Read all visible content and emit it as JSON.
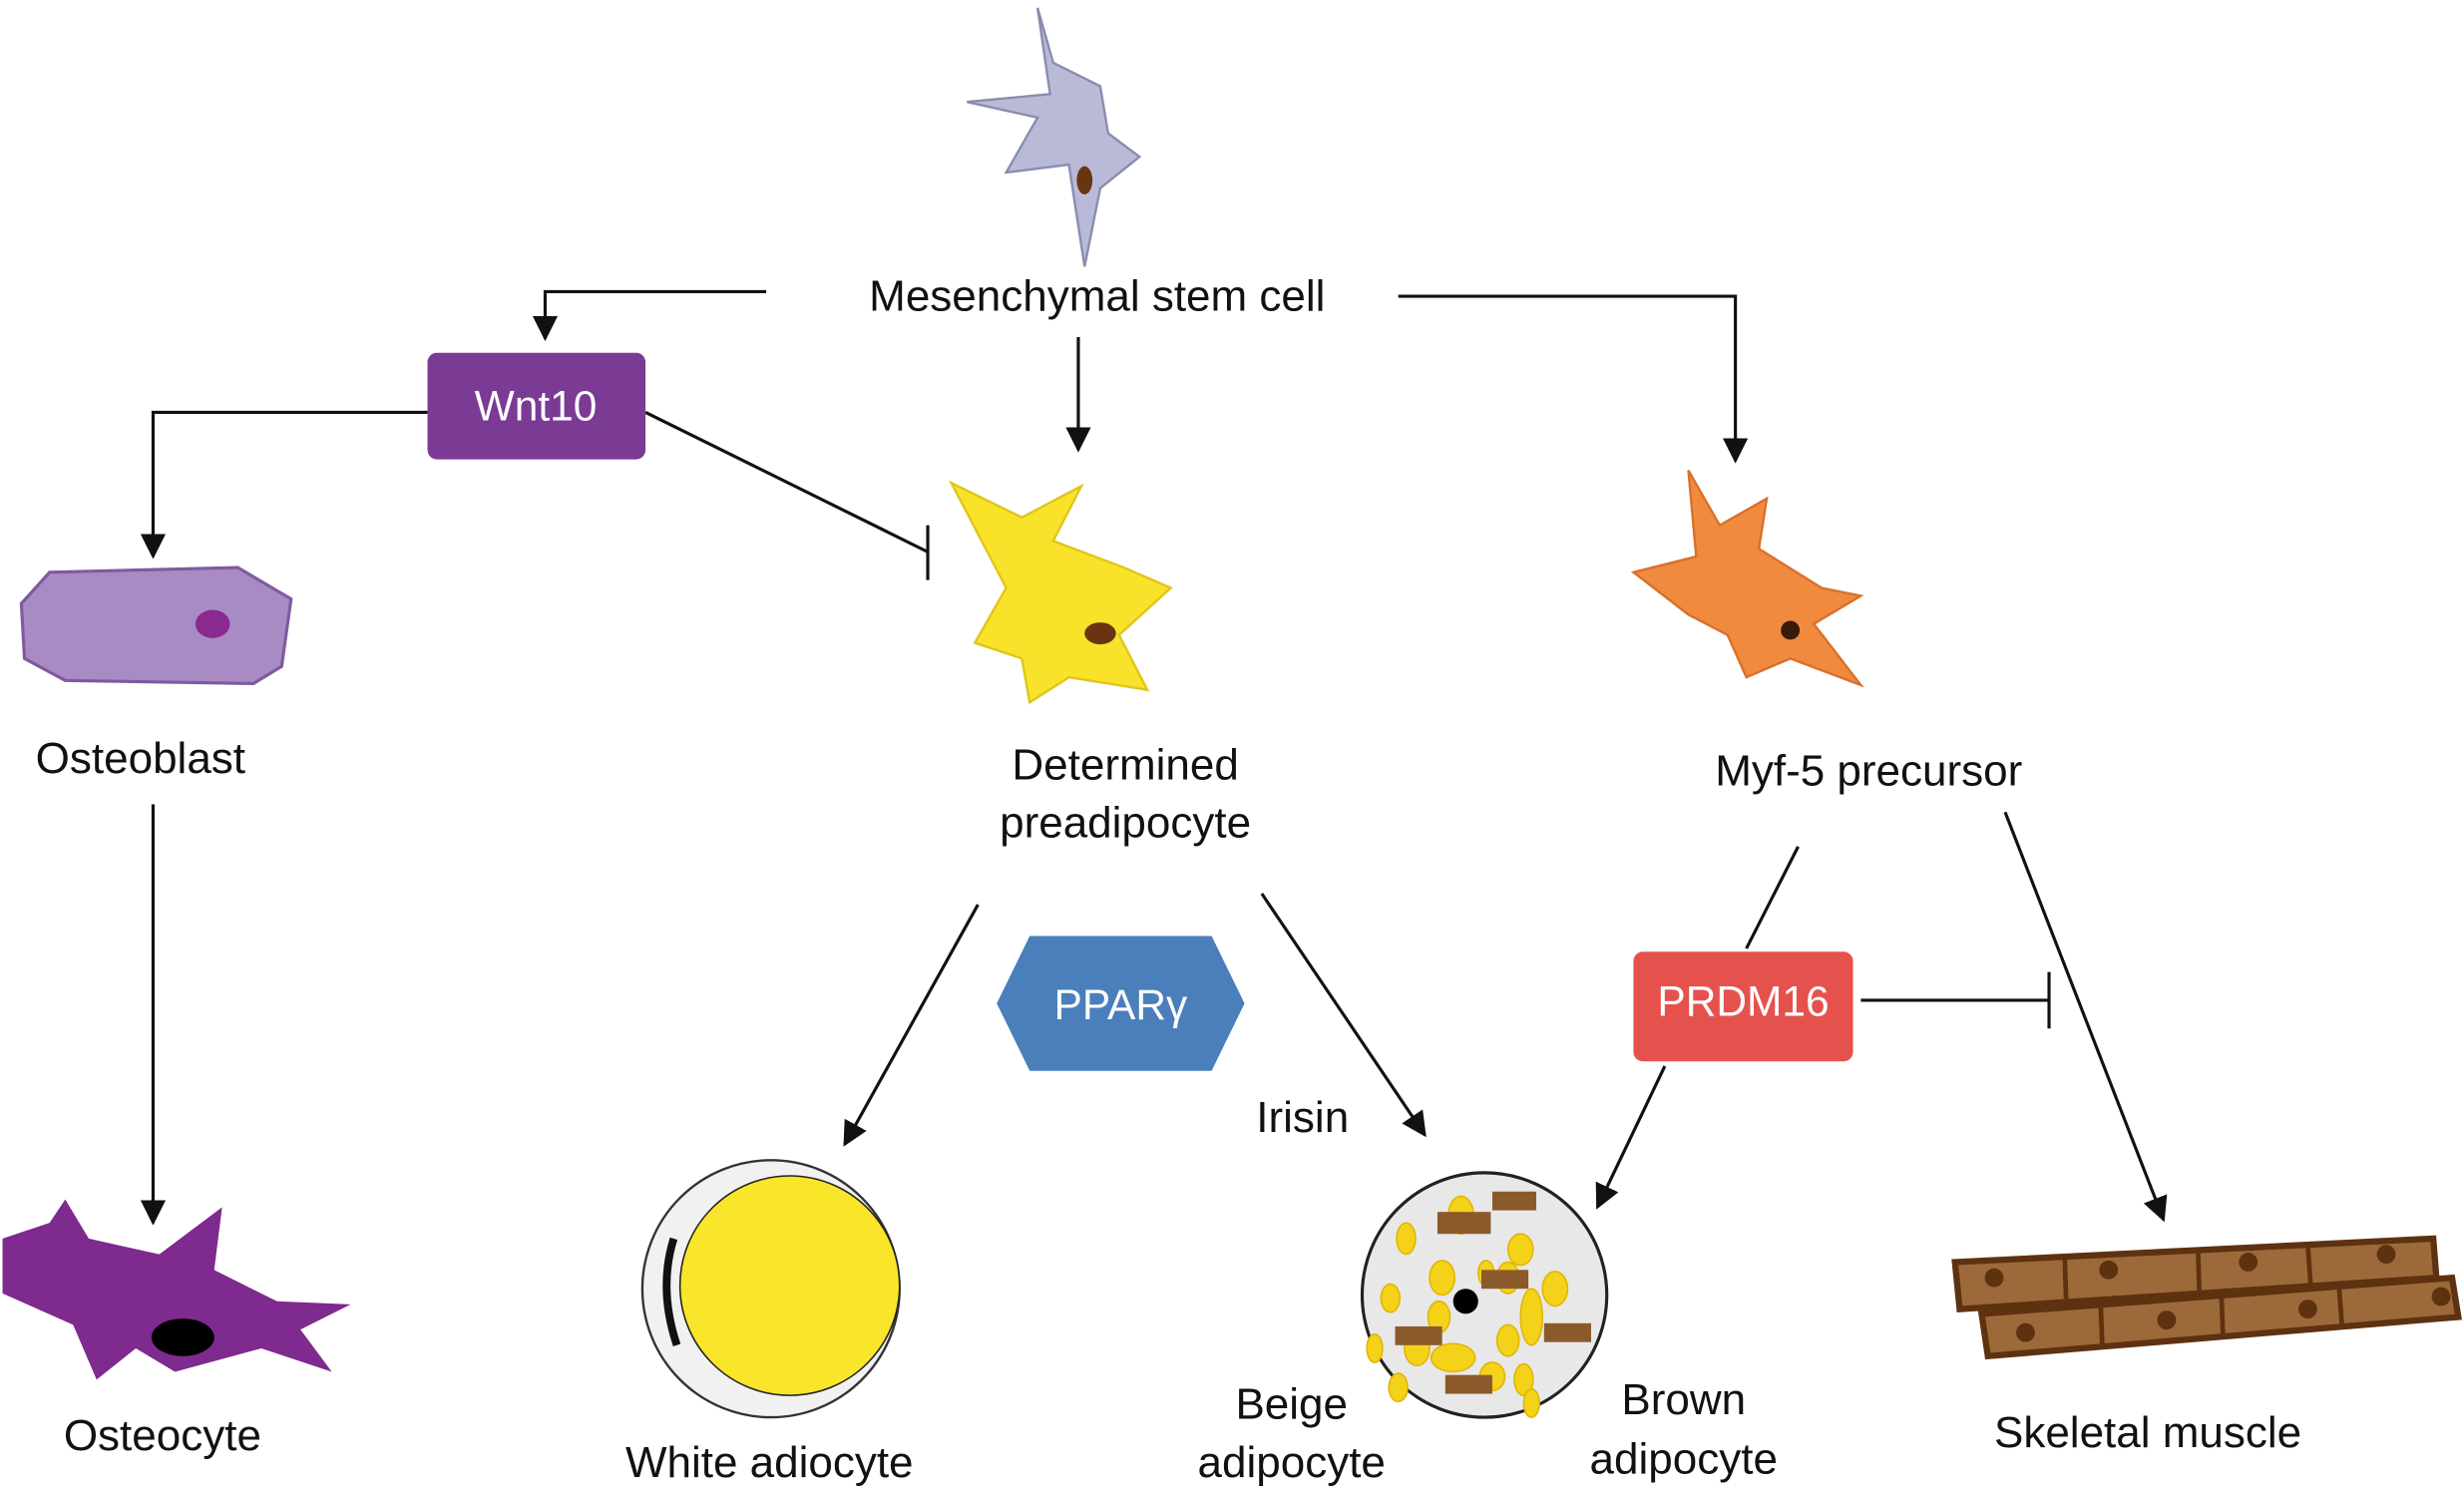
{
  "nodes": {
    "msc": "Mesenchymal stem cell",
    "osteoblast": "Osteoblast",
    "osteocyte": "Osteocyte",
    "preadipocyte_line1": "Determined",
    "preadipocyte_line2": "preadipocyte",
    "myf5": "Myf-5 precursor",
    "white": "White adiocyte",
    "beige_line1": "Beige",
    "beige_line2": "adipocyte",
    "brown_line1": "Brown",
    "brown_line2": "adipocyte",
    "muscle": "Skeletal muscle"
  },
  "regulators": {
    "wnt10": "Wnt10",
    "ppar": "PPARγ",
    "irisin": "Irisin",
    "prdm16": "PRDM16"
  },
  "colors": {
    "wnt10": "#7b3a94",
    "ppar": "#4a7fbb",
    "prdm16": "#e5524e",
    "msc_cell": "#b8bad8",
    "osteoblast_cell": "#a98bc4",
    "osteocyte_cell": "#7e2a8e",
    "preadipocyte_cell": "#f9e22a",
    "myf5_cell": "#f08a3e",
    "muscle": "#8b5a2b"
  }
}
